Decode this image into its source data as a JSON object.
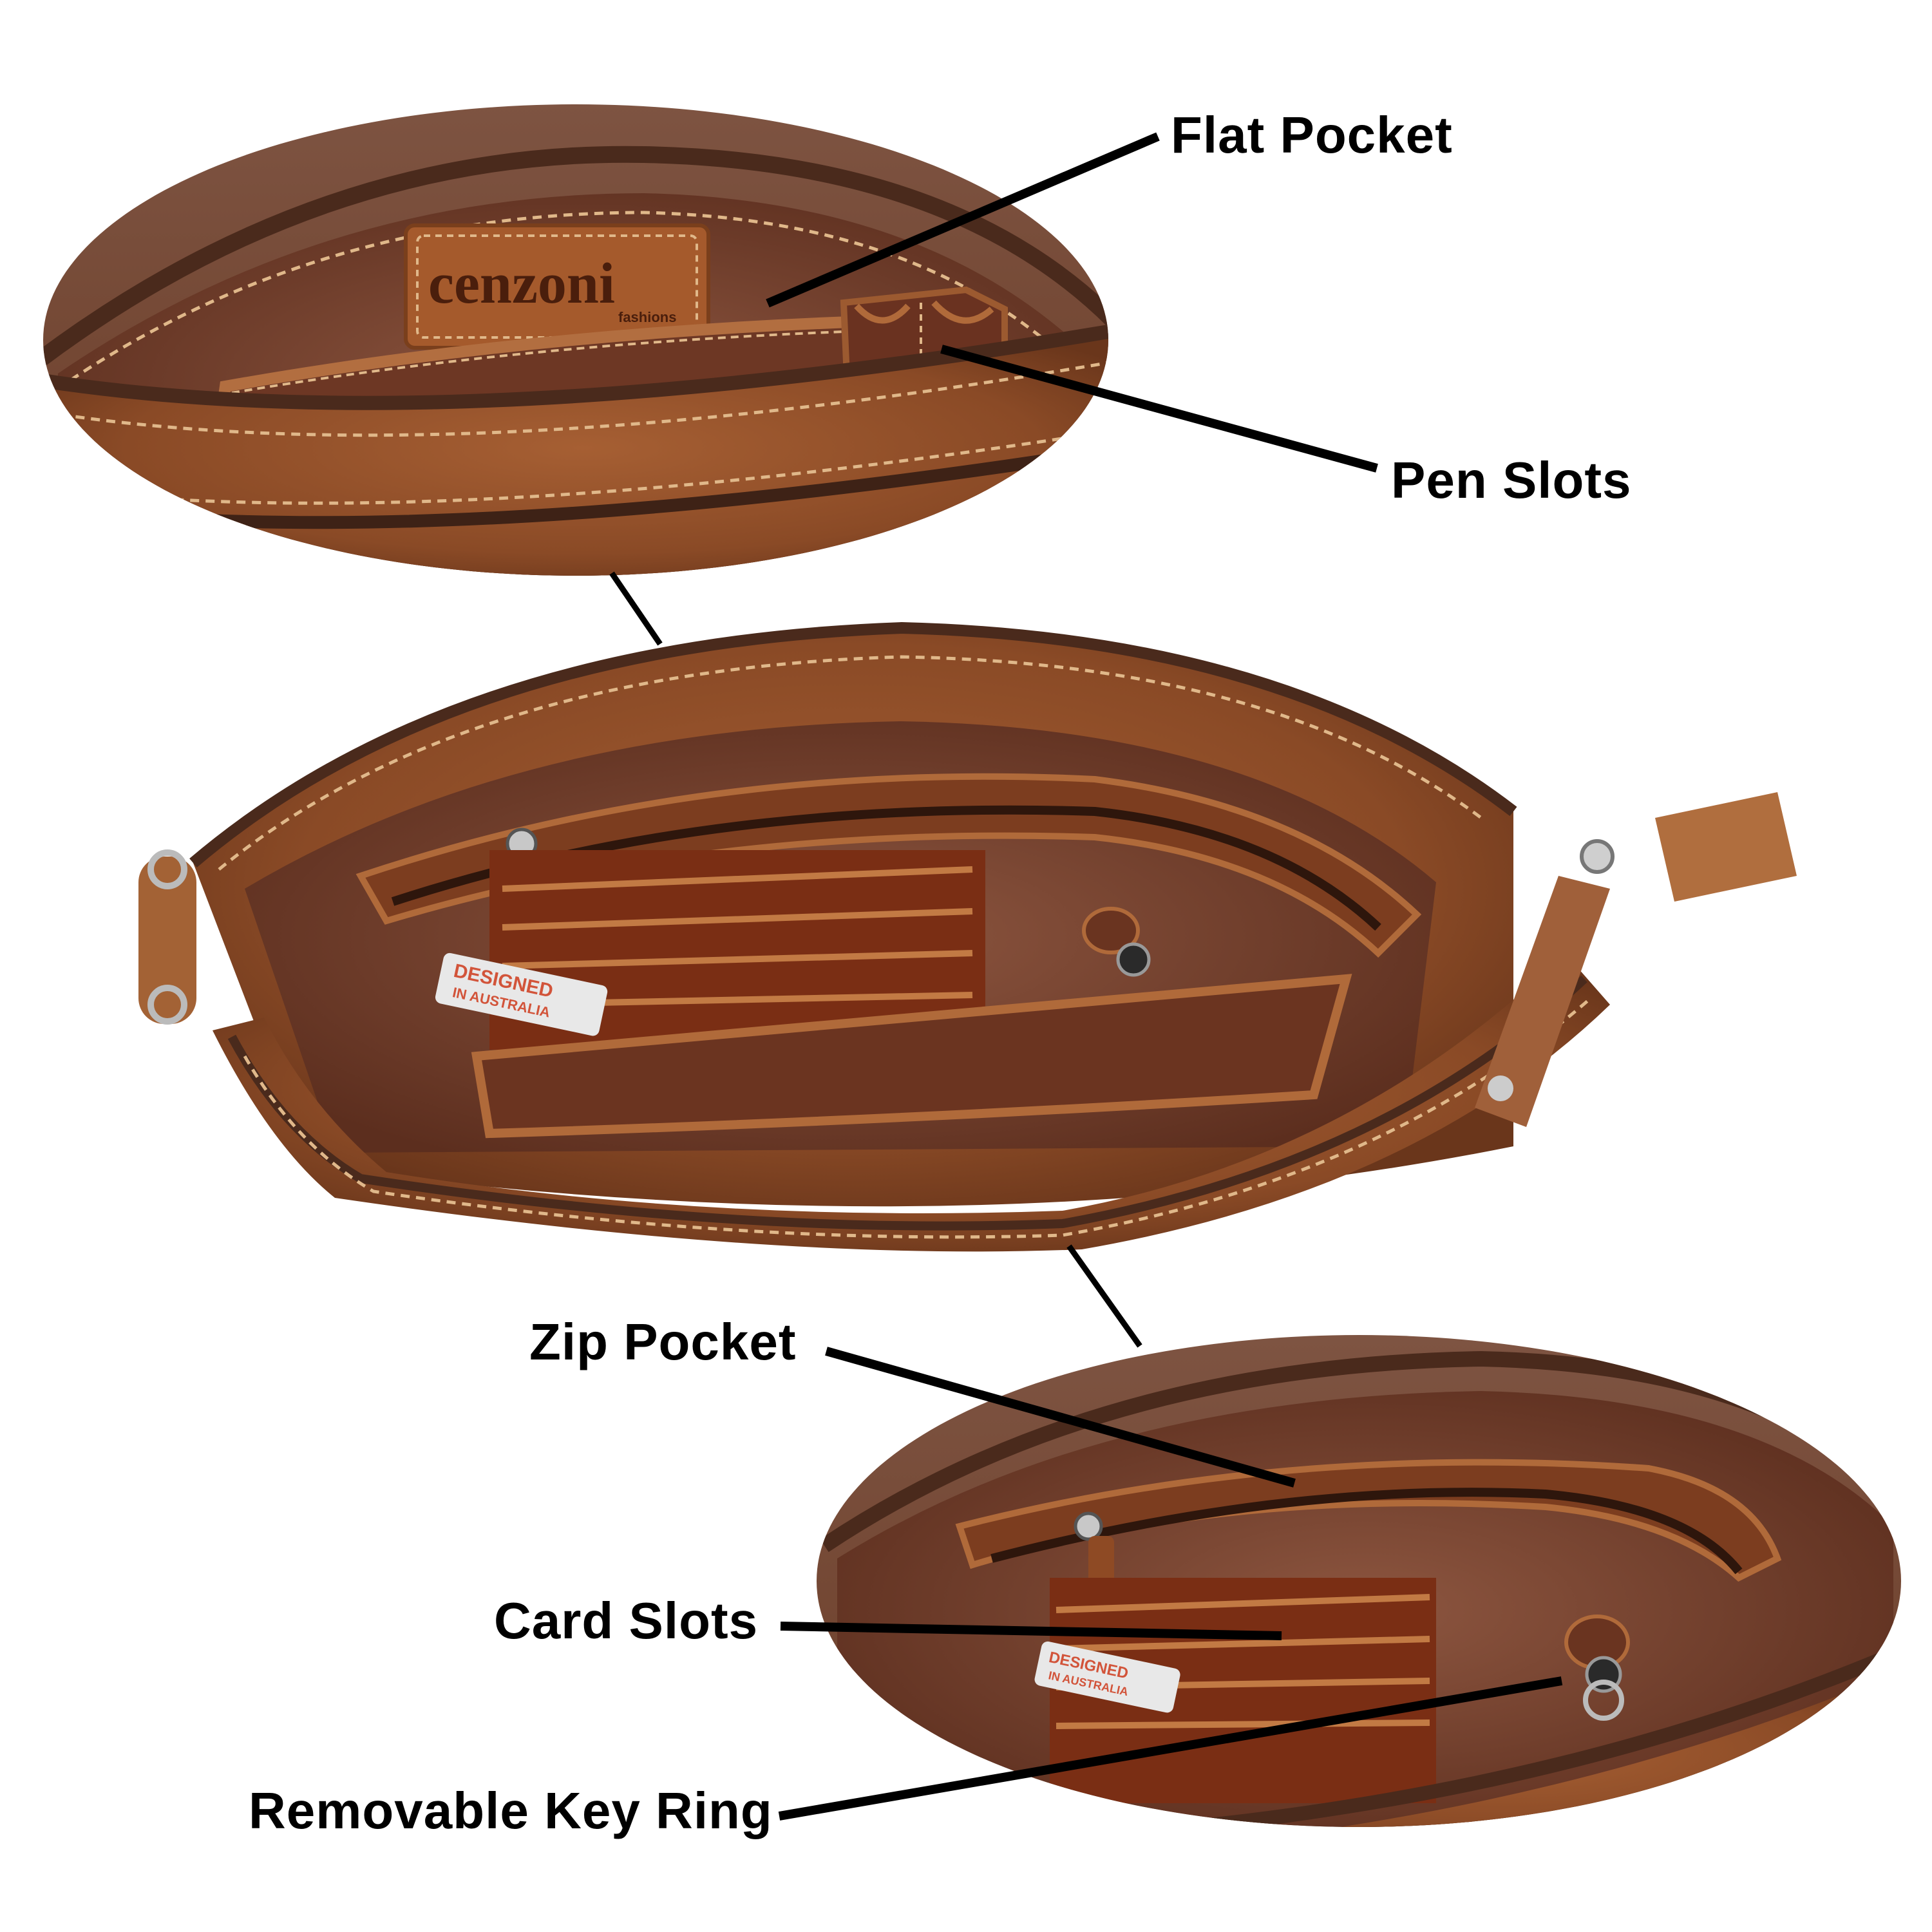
{
  "figure": {
    "background": "#ffffff",
    "leader_color": "#000000",
    "leather_color": "#8a4a26",
    "leather_dark": "#5e2e16",
    "leather_light": "#b06a3a",
    "lining_color": "#7a4330",
    "stitch_color": "#e0b88a",
    "zipper_color": "#4a2a1c"
  },
  "branding": {
    "logo_text": "cenzoni",
    "logo_subtext": "fashions",
    "tag_line1": "DESIGNED",
    "tag_line2": "IN AUSTRALIA"
  },
  "callouts": [
    {
      "id": "flat-pocket",
      "label": "Flat Pocket"
    },
    {
      "id": "pen-slots",
      "label": "Pen Slots"
    },
    {
      "id": "zip-pocket",
      "label": "Zip Pocket"
    },
    {
      "id": "card-slots",
      "label": "Card Slots"
    },
    {
      "id": "removable-key-ring",
      "label": "Removable Key Ring"
    }
  ]
}
